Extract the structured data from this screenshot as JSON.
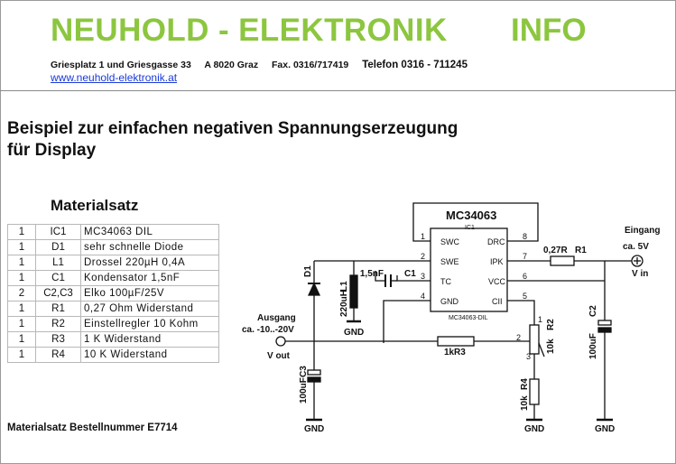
{
  "header": {
    "company": "NEUHOLD - ELEKTRONIK",
    "tag": "INFO",
    "address": "Griesplatz 1 und Griesgasse 33",
    "city": "A 8020 Graz",
    "fax": "Fax. 0316/717419",
    "phone": "Telefon 0316 - 711245",
    "website": "www.neuhold-elektronik.at"
  },
  "title": {
    "line1": "Beispiel zur einfachen negativen Spannungserzeugung",
    "line2": "für Display"
  },
  "parts_heading": "Materialsatz",
  "parts": [
    {
      "qty": "1",
      "ref": "IC1",
      "desc": "MC34063 DIL"
    },
    {
      "qty": "1",
      "ref": "D1",
      "desc": "sehr schnelle Diode"
    },
    {
      "qty": "1",
      "ref": "L1",
      "desc": "Drossel 220µH 0,4A"
    },
    {
      "qty": "1",
      "ref": "C1",
      "desc": "Kondensator 1,5nF"
    },
    {
      "qty": "2",
      "ref": "C2,C3",
      "desc": "Elko 100µF/25V"
    },
    {
      "qty": "1",
      "ref": "R1",
      "desc": "0,27 Ohm Widerstand"
    },
    {
      "qty": "1",
      "ref": "R2",
      "desc": "Einstellregler 10 Kohm"
    },
    {
      "qty": "1",
      "ref": "R3",
      "desc": "1 K Widerstand"
    },
    {
      "qty": "1",
      "ref": "R4",
      "desc": "10 K Widerstand"
    }
  ],
  "order_note": "Materialsatz Bestellnummer E7714",
  "schematic": {
    "ic_title": "MC34063",
    "ic_ref": "IC1",
    "ic_sub": "MC34063-DIL",
    "pins_left": [
      "SWC",
      "SWE",
      "TC",
      "GND"
    ],
    "pins_right": [
      "DRC",
      "IPK",
      "VCC",
      "CII"
    ],
    "pin_numbers_left": [
      "1",
      "2",
      "3",
      "4"
    ],
    "pin_numbers_right": [
      "8",
      "7",
      "6",
      "5"
    ],
    "input_label": "Eingang",
    "input_voltage": "ca. 5V",
    "vin_label": "V in",
    "output_label": "Ausgang",
    "output_voltage": "ca. -10..-20V",
    "vout_label": "V out",
    "r1_value": "0,27R",
    "r1_ref": "R1",
    "d1_ref": "D1",
    "l1_ref": "L1",
    "l1_value": "220uH",
    "c1_value": "1,5nF",
    "c1_ref": "C1",
    "c2_ref": "C2",
    "c2_value": "100uF",
    "c3_ref": "C3",
    "c3_value": "100uF",
    "r2_ref": "R2",
    "r2_value": "10k",
    "r3_value": "1k",
    "r3_ref": "R3",
    "r4_value": "10k",
    "r4_ref": "R4",
    "pot_pins": [
      "1",
      "2",
      "3"
    ],
    "gnd_label": "GND"
  }
}
